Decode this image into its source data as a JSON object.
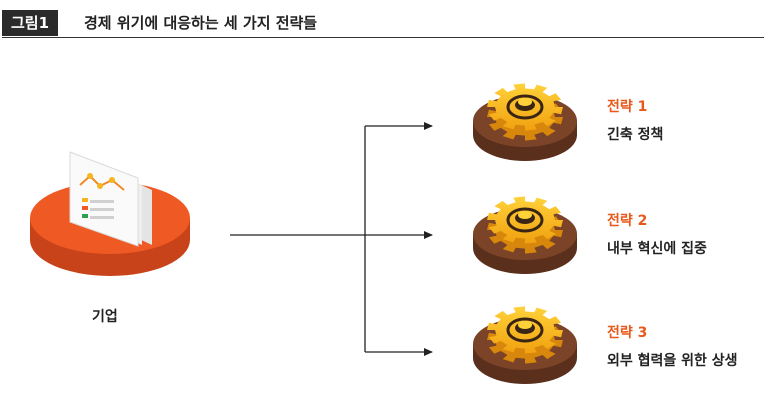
{
  "figure": {
    "badge": "그림1",
    "title": "경제 위기에 대응하는 세 가지 전략들"
  },
  "company": {
    "label": "기업",
    "icon": "document-chart-icon"
  },
  "strategies": [
    {
      "name": "전략 1",
      "desc": "긴축 정책"
    },
    {
      "name": "전략 2",
      "desc": "내부 혁신에 집중"
    },
    {
      "name": "전략 3",
      "desc": "외부 협력을 위한 상생"
    }
  ],
  "colors": {
    "accent": "#e8591c",
    "disc": "#ef5a24",
    "gear": "#f6b21b",
    "base": "#6b3a24"
  }
}
